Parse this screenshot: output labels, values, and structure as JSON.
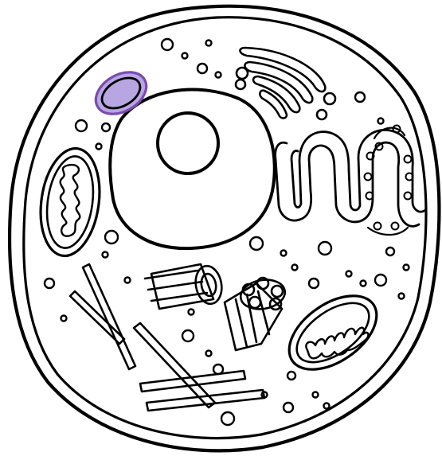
{
  "diagram": {
    "kind": "animal cell line drawing",
    "labels": [],
    "colors": {
      "line": "#000000",
      "paper": "#ffffff",
      "highlight_fill": "#b8a6e2",
      "highlight_stroke": "#7b4bb0"
    },
    "parts": [
      "cell-membrane",
      "cytoplasm",
      "nucleus",
      "nucleolus",
      "golgi-apparatus",
      "endoplasmic-reticulum",
      "mitochondrion",
      "centriole",
      "microtubule",
      "vesicle",
      "highlighted-lysosome"
    ]
  }
}
